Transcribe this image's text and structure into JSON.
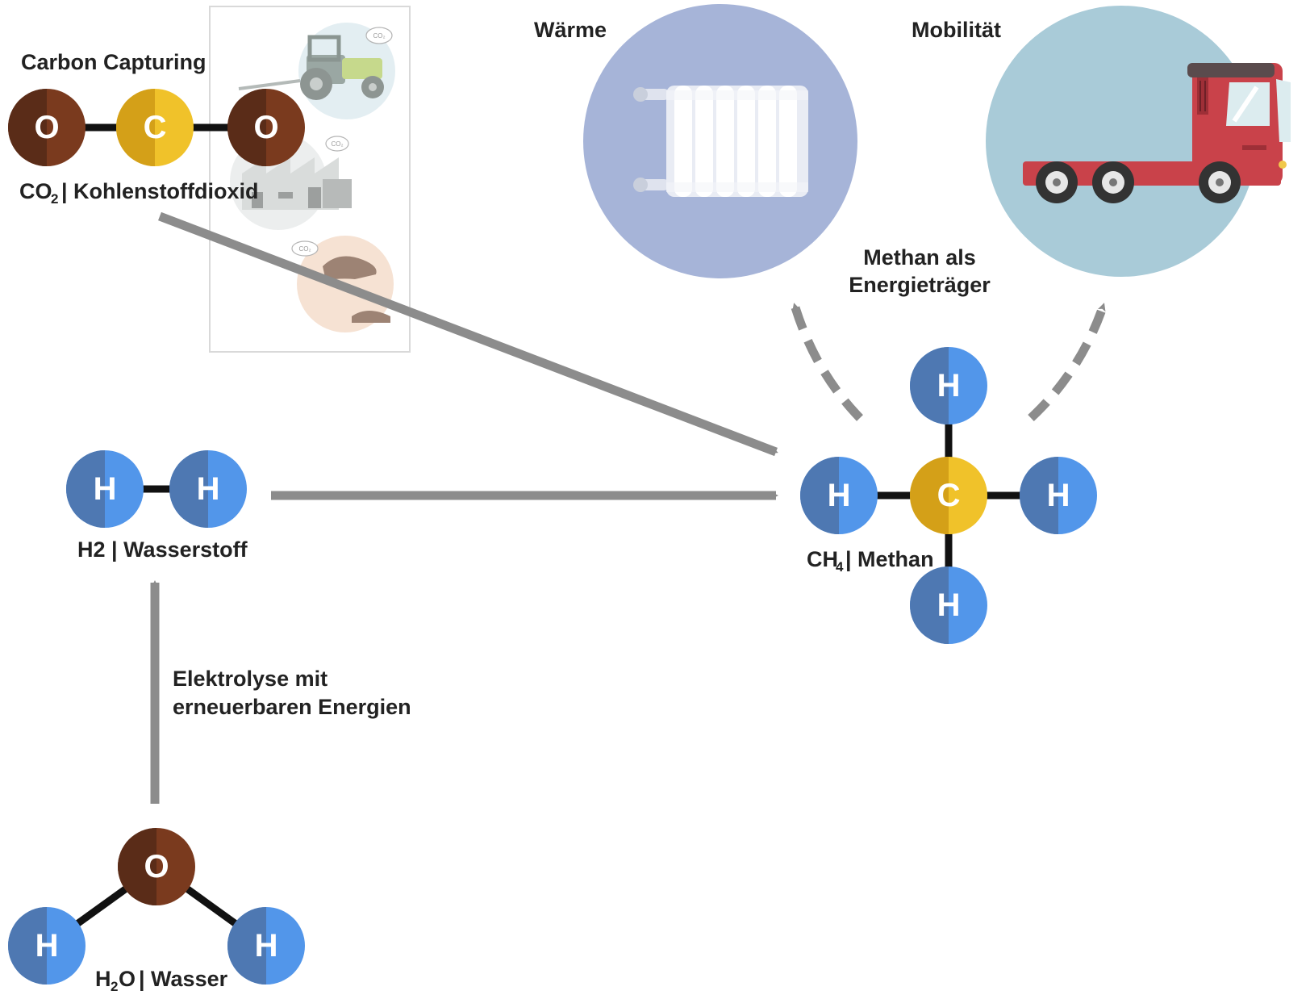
{
  "colors": {
    "oxygen_dark": "#5a2c18",
    "oxygen_light": "#7a3a1e",
    "carbon_dark": "#d4a018",
    "carbon_light": "#f0c22a",
    "hydrogen_dark": "#4e78b2",
    "hydrogen_light": "#5296ea",
    "bond": "#111111",
    "arrow": "#8c8c8c",
    "circle_heat": "#a6b4d8",
    "circle_mobility": "#a9cbd8",
    "truck_red": "#c9424a"
  },
  "symbols": {
    "O": "O",
    "C": "C",
    "H": "H"
  },
  "icons": [
    "tractor-icon",
    "factory-icon",
    "cow-icon",
    "radiator-icon",
    "truck-icon",
    "co2-cloud-icon"
  ],
  "co2": {
    "title": "Carbon Capturing",
    "formula_main": "CO",
    "formula_sub": "2",
    "name": "| Kohlenstoffdioxid",
    "co2_tag": "CO₂"
  },
  "h2": {
    "label": "H2 | Wasserstoff"
  },
  "h2o": {
    "formula_a": "H",
    "formula_sub": "2",
    "formula_b": "O",
    "name": "| Wasser"
  },
  "ch4": {
    "formula_main": "CH",
    "formula_sub": "4",
    "name": "| Methan"
  },
  "electrolysis": {
    "line1": "Elektrolyse mit",
    "line2": "erneuerbaren Energien"
  },
  "energy_carrier": {
    "line1": "Methan als",
    "line2": "Energieträger"
  },
  "heat": {
    "label": "Wärme"
  },
  "mobility": {
    "label": "Mobilität"
  }
}
